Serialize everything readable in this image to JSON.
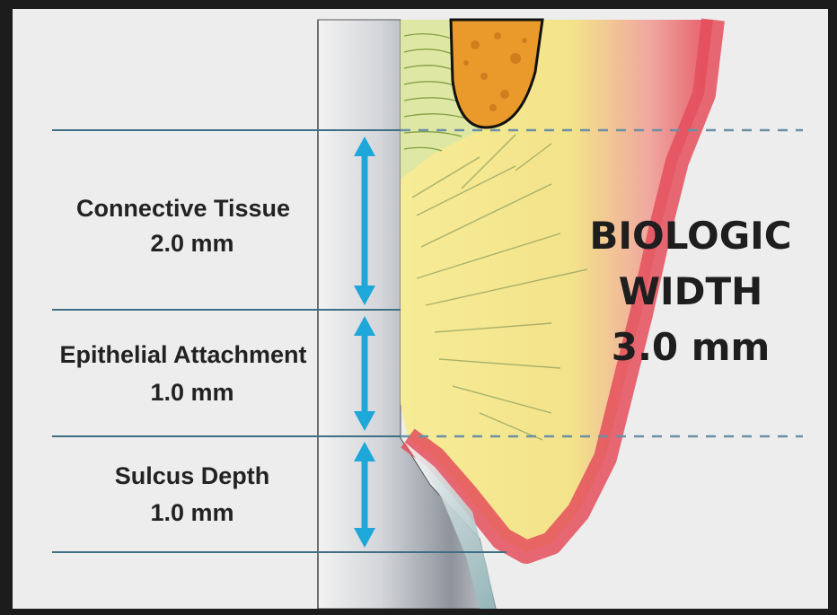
{
  "zones": [
    {
      "name": "Connective Tissue",
      "value": "2.0 mm"
    },
    {
      "name": "Epithelial Attachment",
      "value": "1.0 mm"
    },
    {
      "name": "Sulcus Depth",
      "value": "1.0 mm"
    }
  ],
  "biologic_width": {
    "line1": "BIOLOGIC",
    "line2": "WIDTH",
    "value": "3.0 mm"
  },
  "colors": {
    "background": "#ededed",
    "arrow": "#1ea7d9",
    "guide_line": "#3f6f84",
    "gingiva_pink": "#e8606b",
    "gingiva_yellow": "#f4e98e",
    "bone_orange": "#e99a2a",
    "tooth_gray": "#a8acb3"
  }
}
